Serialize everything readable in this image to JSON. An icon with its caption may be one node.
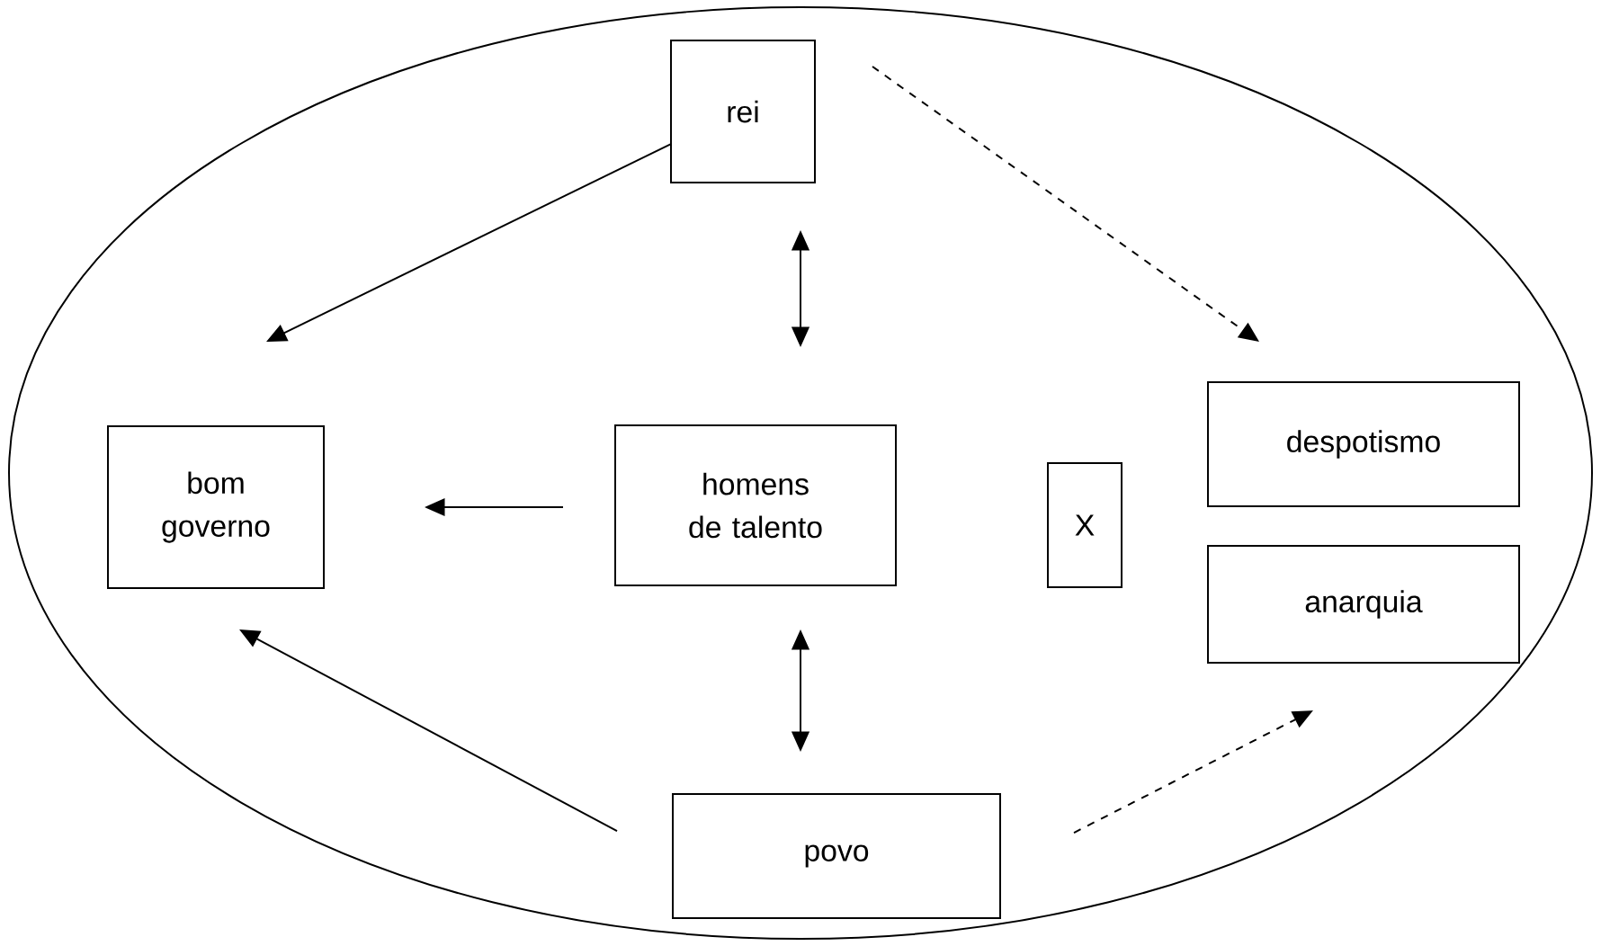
{
  "diagram": {
    "nodes": [
      {
        "text": [],
        "shape": "ellipse"
      },
      {
        "text": [
          "rei"
        ],
        "in": 0
      },
      {
        "text": [
          "bom governo"
        ],
        "in": 0
      },
      {
        "text": [
          "homens de talento"
        ],
        "in": 0
      },
      {
        "text": [
          "X"
        ],
        "in": 0
      },
      {
        "text": [
          "despotismo"
        ],
        "in": 0
      },
      {
        "text": [
          "anarquia"
        ],
        "in": 0
      },
      {
        "text": [
          "povo"
        ],
        "in": 0
      }
    ],
    "edges": [
      {
        "from": 1,
        "to": 2,
        "arrow": "to"
      },
      {
        "from": 1,
        "to": 3,
        "arrow": "both"
      },
      {
        "from": 1,
        "to": 5,
        "arrow": "to",
        "style": "dashed"
      },
      {
        "from": 3,
        "to": 2,
        "arrow": "to"
      },
      {
        "from": 3,
        "to": 7,
        "arrow": "both"
      },
      {
        "from": 7,
        "to": 2,
        "arrow": "to"
      },
      {
        "from": 7,
        "to": 6,
        "arrow": "to",
        "style": "dashed"
      }
    ]
  }
}
